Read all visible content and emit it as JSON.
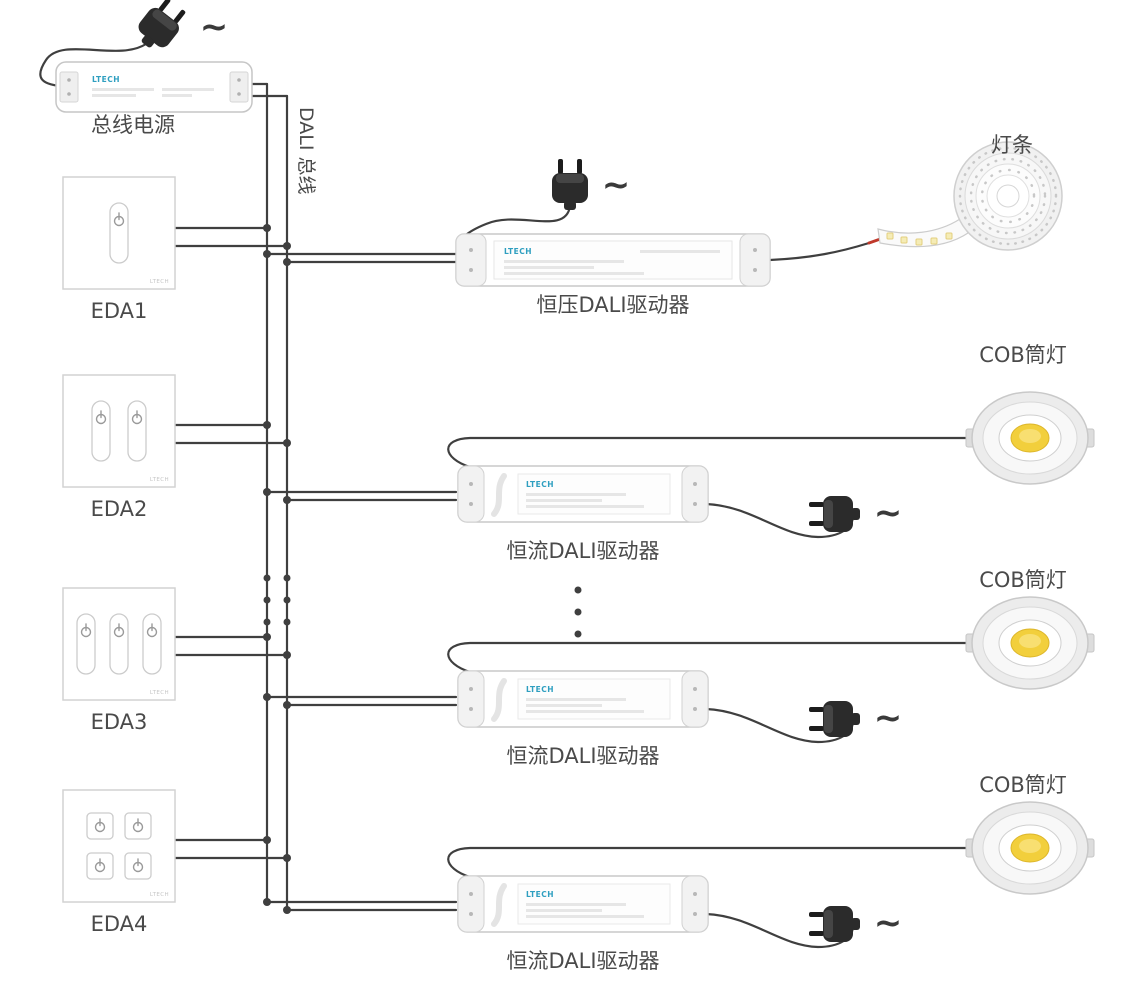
{
  "diagram": {
    "type": "wiring-diagram",
    "labels": {
      "bus_power_supply": "总线电源",
      "dali_bus": "DALI 总线",
      "panel1": "EDA1",
      "panel2": "EDA2",
      "panel3": "EDA3",
      "panel4": "EDA4",
      "cv_driver": "恒压DALI驱动器",
      "cc_driver_1": "恒流DALI驱动器",
      "cc_driver_2": "恒流DALI驱动器",
      "cc_driver_3": "恒流DALI驱动器",
      "led_strip": "灯条",
      "cob_light_1": "COB筒灯",
      "cob_light_2": "COB筒灯",
      "cob_light_3": "COB筒灯",
      "ac_tilde": "~",
      "brand": "LTECH"
    },
    "icons": {
      "ac_plug": "power-plug",
      "power_button": "power-symbol",
      "junction": "solder-dot",
      "continuation": "vertical-ellipsis"
    },
    "colors": {
      "wire": "#3f3f3f",
      "label_text": "#4a4a4a",
      "device_stroke": "#c8c8c8",
      "brand_blue": "#2f9fc0",
      "cob_yellow": "#f2cf3c",
      "wire_tip_red": "#c0392b",
      "plug_body": "#2b2b2b"
    }
  }
}
